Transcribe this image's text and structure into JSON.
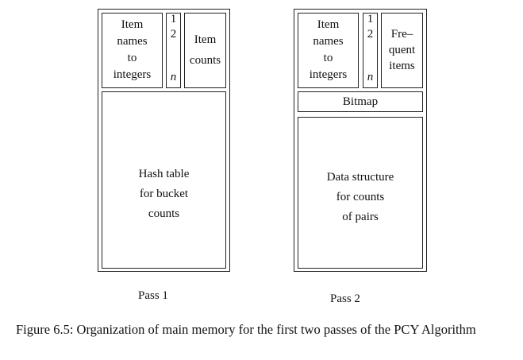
{
  "pass1": {
    "item_names": "Item\nnames\nto\nintegers",
    "index_top": "1\n2",
    "index_bottom": "n",
    "item_counts": "Item\ncounts",
    "hash_table": "Hash table\nfor bucket\ncounts",
    "label": "Pass 1"
  },
  "pass2": {
    "item_names": "Item\nnames\nto\nintegers",
    "index_top": "1\n2",
    "index_bottom": "n",
    "frequent_items": "Fre–\nquent\nitems",
    "bitmap": "Bitmap",
    "data_structure": "Data structure\nfor counts\nof pairs",
    "label": "Pass 2"
  },
  "caption": "Figure 6.5: Organization of main memory for the first two passes of the PCY Algorithm"
}
